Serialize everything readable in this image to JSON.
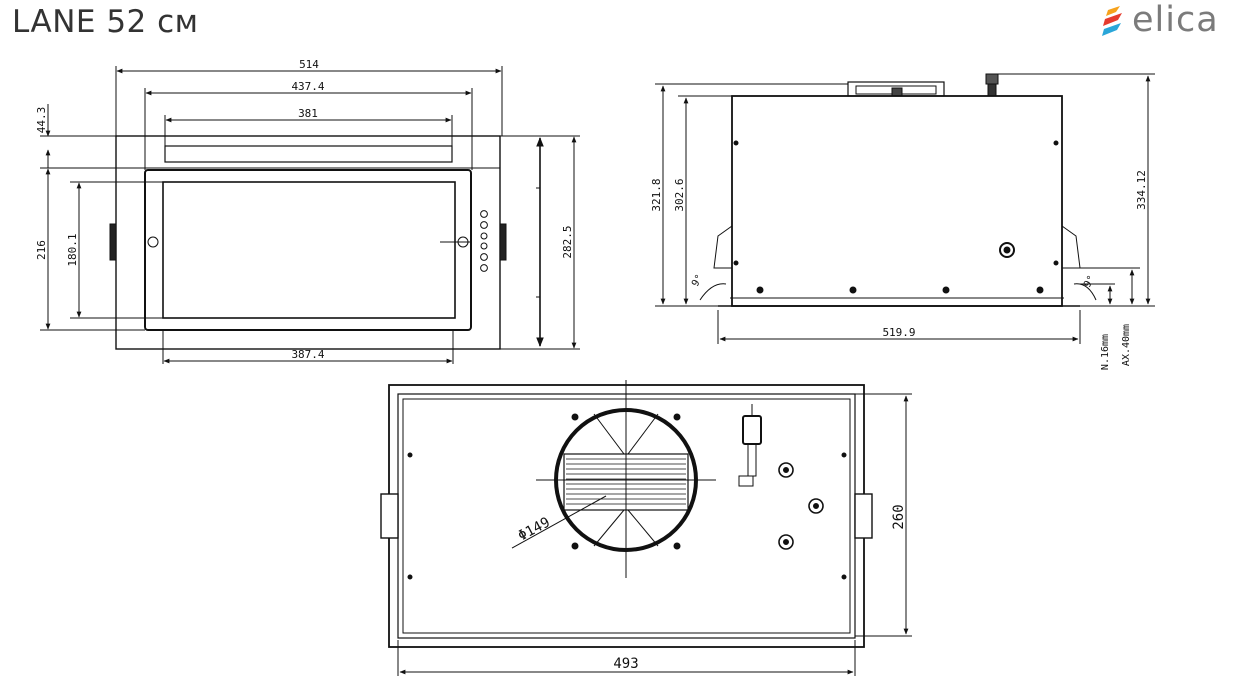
{
  "header": {
    "title": "LANE 52 см",
    "brand": "elica"
  },
  "front_view": {
    "width_total": "514",
    "width_inner": "437.4",
    "width_top_panel": "381",
    "width_bottom": "387.4",
    "height_top": "44.3",
    "height_body": "216",
    "height_glass": "180.1",
    "height_total": "282.5"
  },
  "side_view": {
    "height_a": "321.8",
    "height_b": "302.6",
    "height_total": "334.12",
    "width": "519.9",
    "angle_left": "9°",
    "angle_right": "9°",
    "min_gap": "N.16mm",
    "max_gap": "AX.40mm"
  },
  "top_view": {
    "diameter": "Φ149",
    "depth": "260",
    "width": "493"
  },
  "colors": {
    "line": "#111111",
    "title": "#333333",
    "brand_grey": "#7b7b7b"
  }
}
